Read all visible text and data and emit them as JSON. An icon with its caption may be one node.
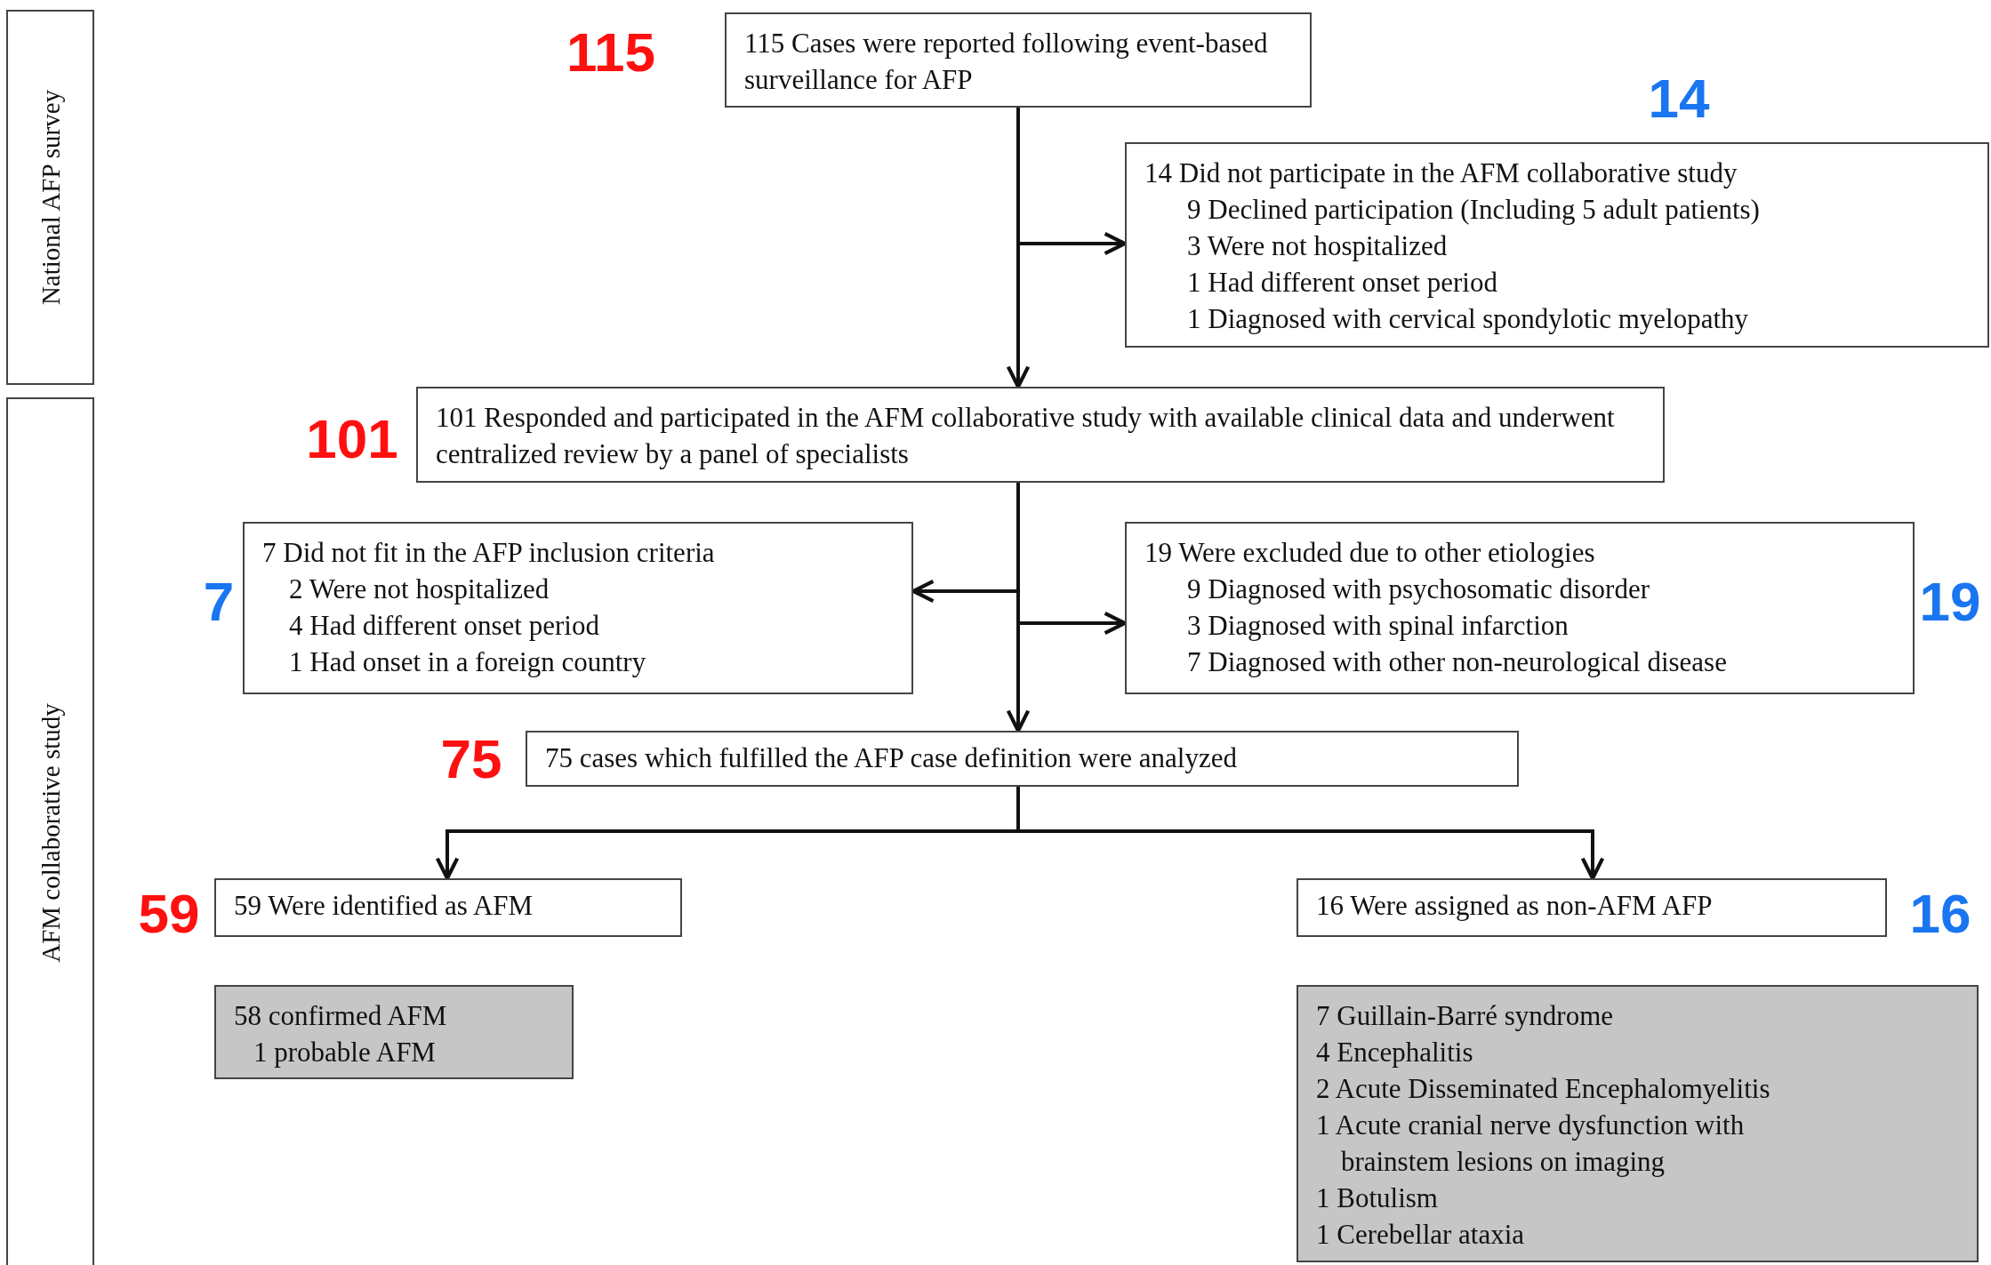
{
  "diagram": {
    "nodes": [
      {
        "text": [
          "National AFP survey"
        ]
      },
      {
        "text": [
          "AFM collaborative study"
        ]
      },
      {
        "text": [
          "115 Cases were reported following event-based surveillance for AFP"
        ],
        "beside": [
          "115"
        ]
      },
      {
        "text": [
          "14 Did not participate in the AFM collaborative study",
          "9 Declined participation (Including 5 adult patients)",
          "3 Were not hospitalized",
          "1 Had different onset period",
          "1 Diagnosed with cervical spondylotic myelopathy"
        ],
        "beside": [
          "14"
        ]
      },
      {
        "text": [
          "101 Responded and participated in the AFM collaborative study with available clinical data and underwent centralized review by a panel of specialists"
        ],
        "beside": [
          "101"
        ]
      },
      {
        "text": [
          "7 Did not fit in the AFP inclusion criteria",
          "2 Were not hospitalized",
          "4 Had different onset period",
          "1 Had onset in a foreign country"
        ],
        "beside": [
          "7"
        ]
      },
      {
        "text": [
          "19 Were excluded due to other etiologies",
          "9 Diagnosed with psychosomatic disorder",
          "3 Diagnosed with spinal infarction",
          "7 Diagnosed with other non-neurological disease"
        ],
        "beside": [
          "19"
        ]
      },
      {
        "text": [
          "75 cases which fulfilled the AFP case definition were analyzed"
        ],
        "beside": [
          "75"
        ]
      },
      {
        "text": [
          "59 Were identified as AFM"
        ],
        "beside": [
          "59"
        ]
      },
      {
        "text": [
          "16 Were assigned as non-AFM AFP"
        ],
        "beside": [
          "16"
        ]
      },
      {
        "text": [
          "58 confirmed AFM",
          "1 probable AFM"
        ]
      },
      {
        "text": [
          "7 Guillain-Barré syndrome",
          "4 Encephalitis",
          "2 Acute Disseminated Encephalomyelitis",
          "1 Acute cranial nerve dysfunction with brainstem lesions on imaging",
          "1 Botulism",
          "1 Cerebellar ataxia"
        ]
      }
    ],
    "edges": [
      {
        "from": 2,
        "to": 4,
        "arrow": "to"
      },
      {
        "from": 2,
        "to": 3,
        "arrow": "to"
      },
      {
        "from": 4,
        "to": 5,
        "arrow": "to"
      },
      {
        "from": 4,
        "to": 6,
        "arrow": "to"
      },
      {
        "from": 4,
        "to": 7,
        "arrow": "to"
      },
      {
        "from": 7,
        "to": 8,
        "arrow": "to"
      },
      {
        "from": 7,
        "to": 9,
        "arrow": "to"
      }
    ]
  }
}
